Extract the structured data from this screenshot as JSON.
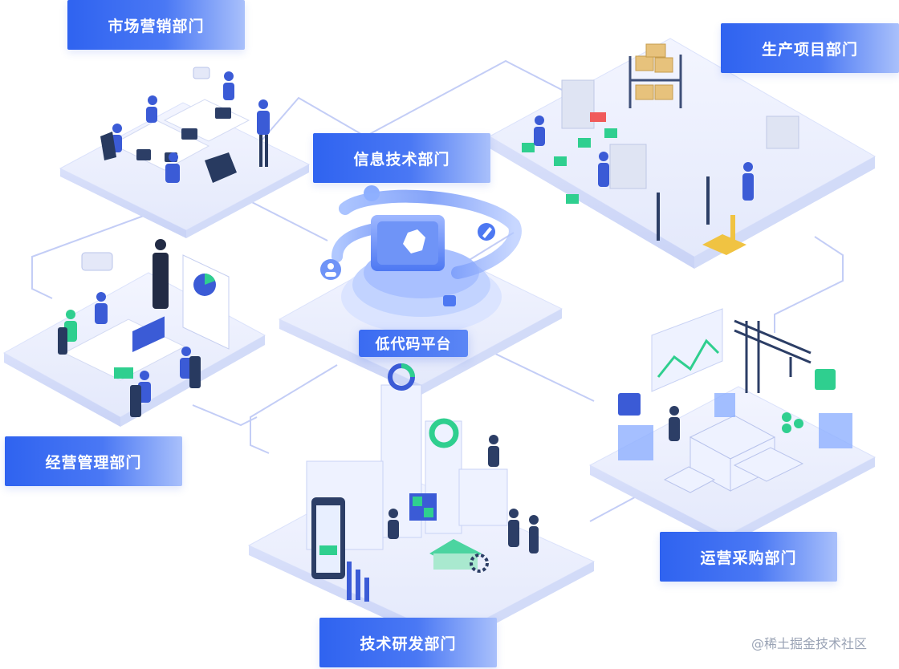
{
  "departments": {
    "marketing": "市场营销部门",
    "production": "生产项目部门",
    "it": "信息技术部门",
    "management": "经营管理部门",
    "operations": "运营采购部门",
    "rnd": "技术研发部门"
  },
  "platform": {
    "label": "低代码平台"
  },
  "watermark": "@稀土掘金技术社区",
  "colors": {
    "accent": "#2f63f0",
    "accent_light": "#a9c0fb",
    "platform_base": "#e6ebfc",
    "connector": "#c3cdf6",
    "highlight_green": "#2fcf8f"
  }
}
